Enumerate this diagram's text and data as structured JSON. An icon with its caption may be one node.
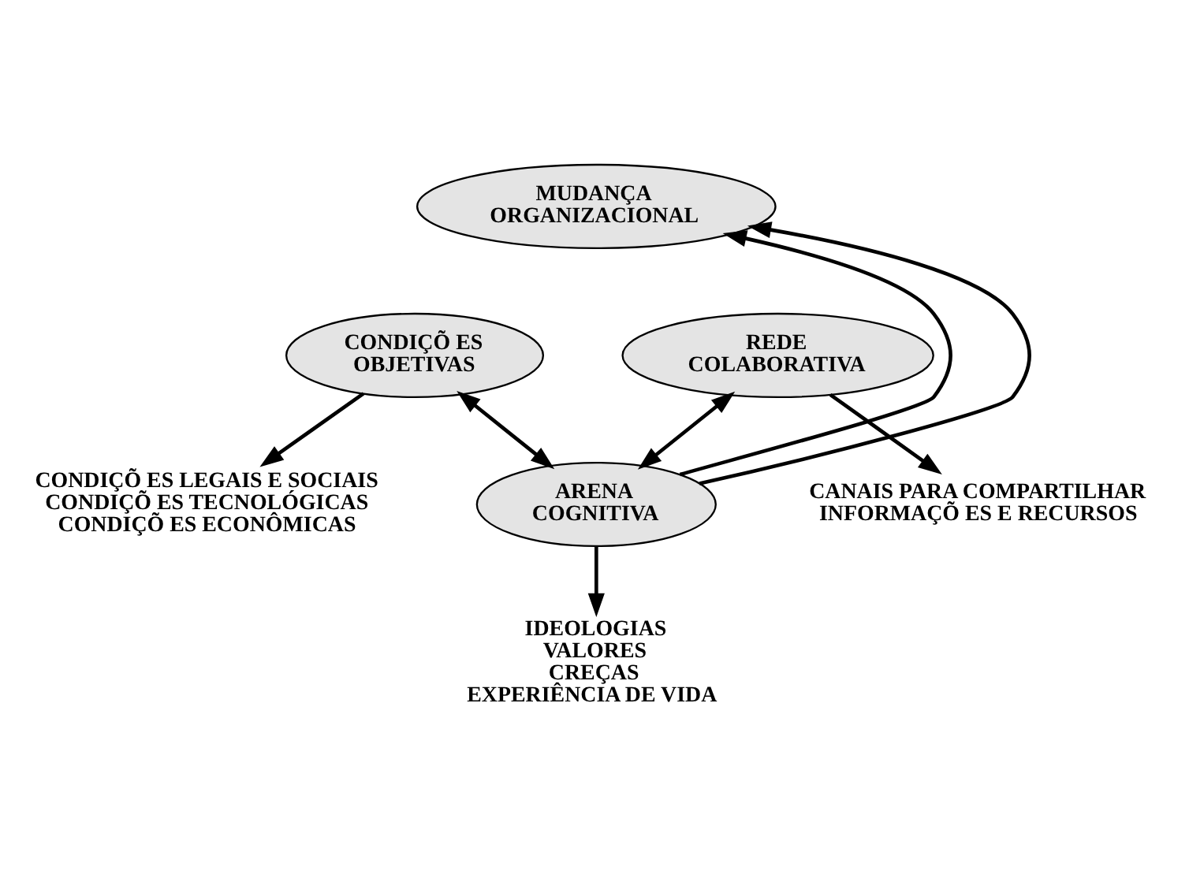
{
  "diagram": {
    "nodes": [
      {
        "text": [
          "MUDANÇA ORGANIZACIONAL"
        ]
      },
      {
        "text": [
          "CONDIÇÕ ES OBJETIVAS"
        ]
      },
      {
        "text": [
          "REDE COLABORATIVA"
        ]
      },
      {
        "text": [
          "CONDIÇÕ ES LEGAIS E SOCIAIS",
          "CONDIÇÕ ES TECNOLÓGICAS",
          "CONDIÇÕ ES ECONÔMICAS"
        ]
      },
      {
        "text": [
          "CANAIS PARA COMPARTILHAR INFORMAÇÕ ES E RECURSOS"
        ]
      },
      {
        "text": [
          "ARENA COGNITIVA"
        ]
      },
      {
        "text": [
          "IDEOLOGIAS",
          "VALORES",
          "CREÇAS",
          "EXPERIÊNCIA DE VIDA"
        ]
      }
    ],
    "edges": [
      {
        "from": 5,
        "to": 0,
        "arrow": "to"
      },
      {
        "from": 5,
        "to": 0,
        "arrow": "to"
      },
      {
        "from": 1,
        "to": 3,
        "arrow": "to"
      },
      {
        "from": 2,
        "to": 4,
        "arrow": "to"
      },
      {
        "from": 1,
        "to": 5,
        "arrow": "both"
      },
      {
        "from": 2,
        "to": 5,
        "arrow": "both"
      },
      {
        "from": 5,
        "to": 6,
        "arrow": "to"
      }
    ]
  }
}
